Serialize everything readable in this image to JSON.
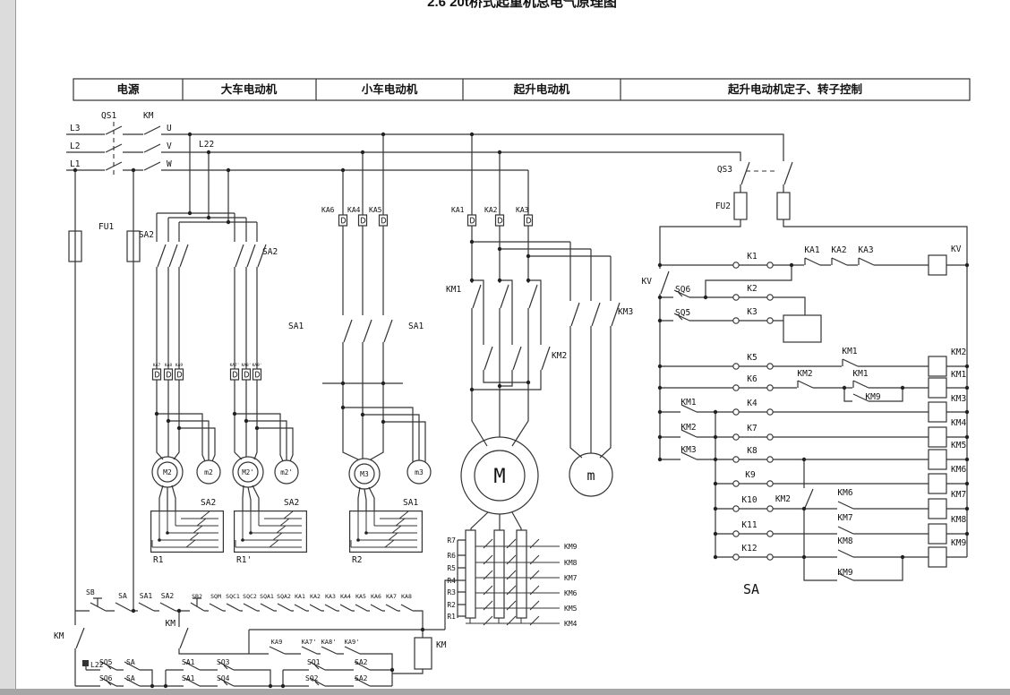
{
  "title": "2.6 20t桥式起重机总电气原理图",
  "header": {
    "cells": [
      "电源",
      "大车电动机",
      "小车电动机",
      "起升电动机",
      "起升电动机定子、转子控制"
    ]
  },
  "power": {
    "lines": [
      "L3",
      "L2",
      "L1"
    ],
    "qs1": "QS1",
    "km": "KM",
    "phases": [
      "U",
      "V",
      "W"
    ],
    "l22": "L22",
    "fu1": "FU1"
  },
  "bigcar": {
    "sa2_l": "SA2",
    "sa2_r": "SA2",
    "ka_l": [
      "KA7",
      "KA8",
      "KA9"
    ],
    "ka_r": [
      "KA7'",
      "KA8'",
      "KA9'"
    ],
    "m_main_l": "M2",
    "m_aux_l": "m2",
    "m_main_r": "M2'",
    "m_aux_r": "m2'",
    "r_l": "R1",
    "r_r": "R1'",
    "r_sw_l": "SA2",
    "r_sw_r": "SA2"
  },
  "smallcar": {
    "ka": [
      "KA6",
      "KA4",
      "KA5"
    ],
    "sa1_l": "SA1",
    "sa1_r": "SA1",
    "m_main": "M3",
    "m_aux": "m3",
    "r": "R2",
    "r_sw": "SA1"
  },
  "hoist": {
    "ka": [
      "KA1",
      "KA2",
      "KA3"
    ],
    "km1": "KM1",
    "km2": "KM2",
    "km3": "KM3",
    "m_main": "M",
    "m_aux": "m",
    "res": [
      "R7",
      "R6",
      "R5",
      "R4",
      "R3",
      "R2",
      "R1"
    ],
    "res_km": [
      "KM9",
      "KM8",
      "KM7",
      "KM6",
      "KM5",
      "KM4"
    ]
  },
  "control": {
    "qs3": "QS3",
    "fu2": "FU2",
    "kv_sw": "KV",
    "sq6": "SQ6",
    "sq5": "SQ5",
    "k_labels": [
      "K1",
      "K2",
      "K3",
      "K5",
      "K6",
      "K4",
      "K7",
      "K8",
      "K9",
      "K10",
      "K11",
      "K12"
    ],
    "k1_series": [
      "KA1",
      "KA2",
      "KA3"
    ],
    "kv_coil": "KV",
    "km1_k5": "KM1",
    "km2_k6": "KM2",
    "km1_k6": "KM1",
    "km9_k6": "KM9",
    "left_km": [
      "KM1",
      "KM2",
      "KM3"
    ],
    "km2_mid": "KM2",
    "km6": "KM6",
    "km7": "KM7",
    "km8": "KM8",
    "km9": "KM9",
    "coils": [
      "KM2",
      "KM1",
      "KM3",
      "KM4",
      "KM5",
      "KM6",
      "KM7",
      "KM8",
      "KM9"
    ],
    "sa": "SA"
  },
  "bottom": {
    "km_a": "KM",
    "km_b": "KM",
    "km_coil": "KM",
    "l22": "L22",
    "chain": [
      "SB",
      "SA",
      "SA1",
      "SA2",
      "SB2",
      "SQM",
      "SQC1",
      "SQC2",
      "SQA1",
      "SQA2",
      "KA1",
      "KA2",
      "KA3",
      "KA4",
      "KA5",
      "KA6",
      "KA7",
      "KA8"
    ],
    "ka_row": [
      "KA9",
      "KA7'",
      "KA8'",
      "KA9'"
    ],
    "p1": [
      "SQ5",
      "SA"
    ],
    "p2": [
      "SQ6",
      "SA"
    ],
    "p3": [
      "SA1",
      "SQ3"
    ],
    "p4": [
      "SA1",
      "SQ4"
    ],
    "p5": [
      "SQ1",
      "SA2"
    ],
    "p6": [
      "SQ2",
      "SA2"
    ]
  }
}
